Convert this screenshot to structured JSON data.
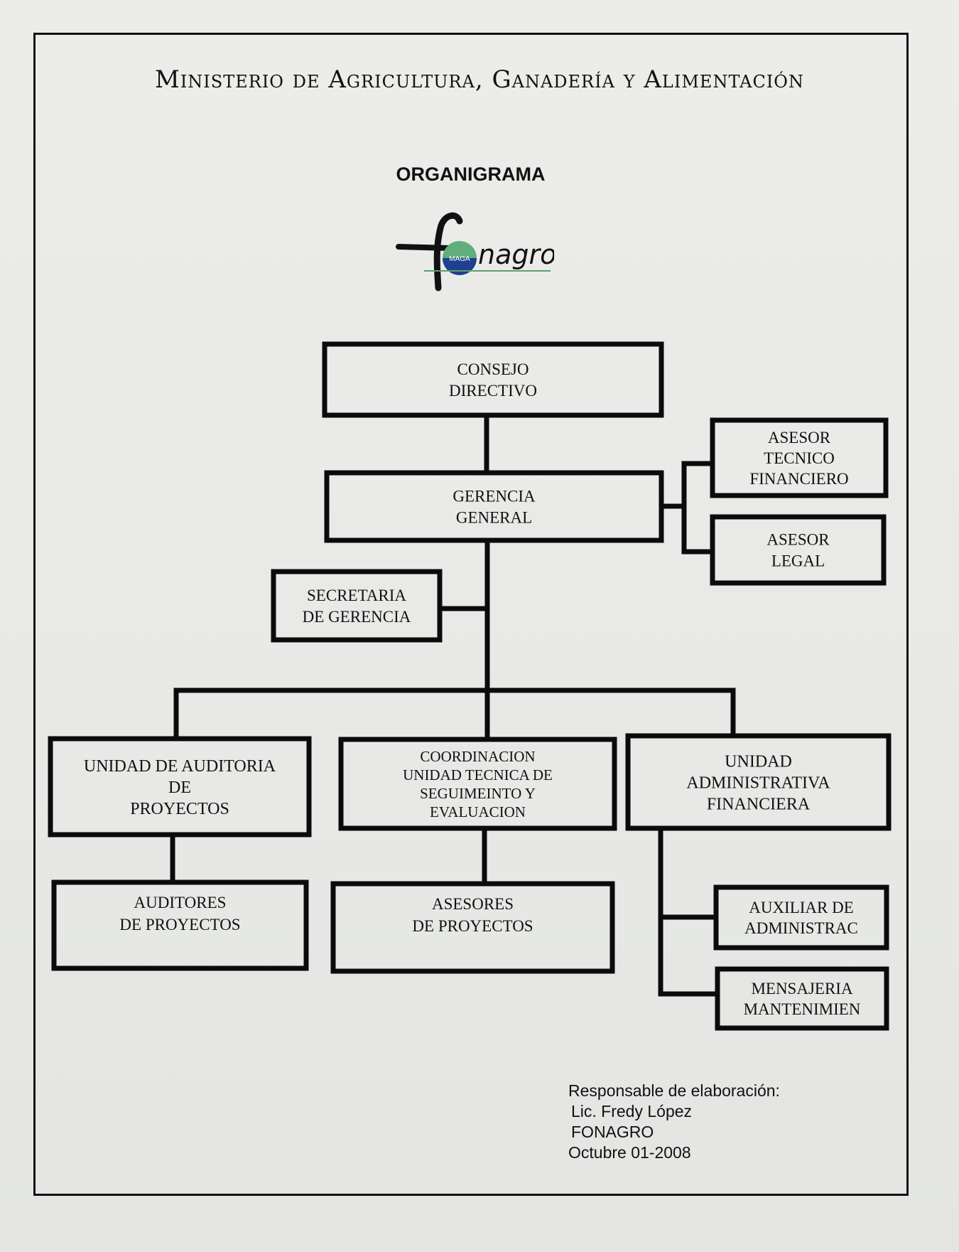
{
  "document": {
    "ministry": "Ministerio de Agricultura, Ganadería y Alimentación",
    "title": "ORGANIGRAMA",
    "logo": {
      "text_f": "f",
      "text_rest": "nagro",
      "badge": "MAGA",
      "colors": {
        "green": "#5fae7c",
        "blue": "#1f3f8f",
        "line": "#5f9f6f"
      }
    }
  },
  "org_chart": {
    "nodes": {
      "consejo": {
        "lines": [
          "CONSEJO",
          "DIRECTIVO"
        ]
      },
      "gerencia": {
        "lines": [
          "GERENCIA",
          "GENERAL"
        ]
      },
      "asesor_tecnico": {
        "lines": [
          "ASESOR",
          "TECNICO",
          "FINANCIERO"
        ]
      },
      "asesor_legal": {
        "lines": [
          "ASESOR",
          "LEGAL"
        ]
      },
      "secretaria": {
        "lines": [
          "SECRETARIA",
          "DE GERENCIA"
        ]
      },
      "auditoria": {
        "lines": [
          "UNIDAD DE AUDITORIA",
          "DE",
          "PROYECTOS"
        ]
      },
      "coordinacion": {
        "lines": [
          "COORDINACION",
          "UNIDAD TECNICA DE",
          "SEGUIMEINTO Y",
          "EVALUACION"
        ]
      },
      "administrativa": {
        "lines": [
          "UNIDAD",
          "ADMINISTRATIVA",
          "FINANCIERA"
        ]
      },
      "auditores": {
        "lines": [
          "AUDITORES",
          "DE PROYECTOS"
        ]
      },
      "asesores": {
        "lines": [
          "ASESORES",
          "DE PROYECTOS"
        ]
      },
      "auxiliar": {
        "lines": [
          "AUXILIAR DE",
          "ADMINISTRAC"
        ]
      },
      "mensajeria": {
        "lines": [
          "MENSAJERIA",
          "MANTENIMIEN"
        ]
      }
    },
    "edges": [
      [
        "consejo",
        "gerencia"
      ],
      [
        "gerencia",
        "asesor_tecnico"
      ],
      [
        "gerencia",
        "asesor_legal"
      ],
      [
        "gerencia",
        "secretaria"
      ],
      [
        "gerencia",
        "auditoria"
      ],
      [
        "gerencia",
        "coordinacion"
      ],
      [
        "gerencia",
        "administrativa"
      ],
      [
        "auditoria",
        "auditores"
      ],
      [
        "coordinacion",
        "asesores"
      ],
      [
        "administrativa",
        "auxiliar"
      ],
      [
        "administrativa",
        "mensajeria"
      ]
    ]
  },
  "footer": {
    "label": "Responsable de elaboración:",
    "name": "Lic. Fredy López",
    "org": "FONAGRO",
    "date": "Octubre 01-2008"
  }
}
